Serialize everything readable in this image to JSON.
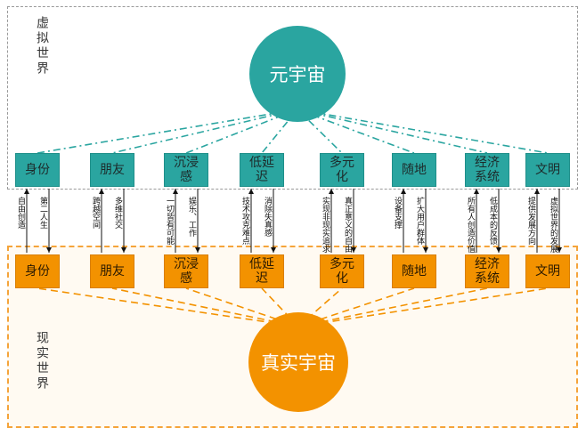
{
  "virtual_world": {
    "label": "虚拟世界",
    "center": "元宇宙",
    "nodes": [
      "身份",
      "朋友",
      "沉浸\n感",
      "低延\n迟",
      "多元\n化",
      "随地",
      "经济\n系统",
      "文明"
    ]
  },
  "real_world": {
    "label": "现实世界",
    "center": "真实宇宙",
    "nodes": [
      "身份",
      "朋友",
      "沉浸\n感",
      "低延\n迟",
      "多元\n化",
      "随地",
      "经济\n系统",
      "文明"
    ]
  },
  "connections": [
    {
      "down": "第二人生",
      "up": "自由创造"
    },
    {
      "down": "多维社交",
      "up": "跨越空间"
    },
    {
      "down": "娱乐、工作",
      "up": "一切皆有可能"
    },
    {
      "down": "消除失真感",
      "up": "技术攻克难点"
    },
    {
      "down": "真正意义的自由",
      "up": "实现非现实追求"
    },
    {
      "down": "扩大用户群体",
      "up": "设备支撑"
    },
    {
      "down": "低成本的反馈",
      "up": "所有人创造价值"
    },
    {
      "down": "虚拟世界的发展",
      "up": "提供发展方向"
    }
  ],
  "colors": {
    "virtual": "#2aa5a0",
    "real": "#f39200"
  }
}
